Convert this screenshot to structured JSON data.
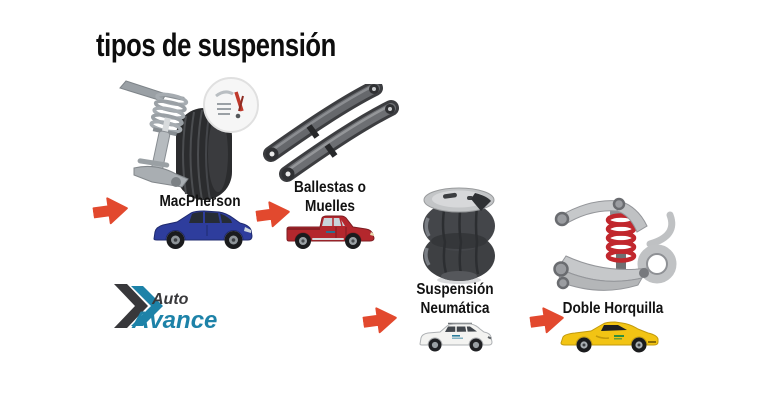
{
  "title": "tipos de suspensión",
  "brand": {
    "name_line1": "Auto",
    "name_line2": "Avance",
    "chevrons_icon": "double-chevron-right-icon"
  },
  "items": [
    {
      "name": "MacPherson",
      "label_lines": [
        "MacPherson"
      ],
      "image": "macpherson-strut-with-wheel-photo",
      "vehicle": "blue-hatchback-car",
      "arrow_icon": "arrow-right-icon"
    },
    {
      "name": "Ballestas o Muelles",
      "label_lines": [
        "Ballestas o",
        "Muelles"
      ],
      "image": "leaf-springs-photo",
      "vehicle": "red-pickup-truck",
      "arrow_icon": "arrow-right-icon"
    },
    {
      "name": "Suspensión Neumática",
      "label_lines": [
        "Suspensión",
        "Neumática"
      ],
      "image": "air-suspension-bellows-photo",
      "vehicle": "white-suv-car",
      "arrow_icon": "arrow-right-icon"
    },
    {
      "name": "Doble Horquilla",
      "label_lines": [
        "Doble Horquilla"
      ],
      "image": "double-wishbone-suspension-photo",
      "vehicle": "yellow-sports-car",
      "arrow_icon": "arrow-right-icon"
    }
  ],
  "colors": {
    "background": "#ffffff",
    "title_text": "#0d0d0d",
    "label_text": "#121212",
    "arrow": "#e2492e",
    "logo_dark": "#38383b",
    "logo_teal": "#1d82a8",
    "car_blue": "#2e3d9d",
    "car_red": "#b4272d",
    "car_white": "#f3f3f1",
    "car_yellow": "#f2c414",
    "coil_spring_red": "#c1272d"
  }
}
